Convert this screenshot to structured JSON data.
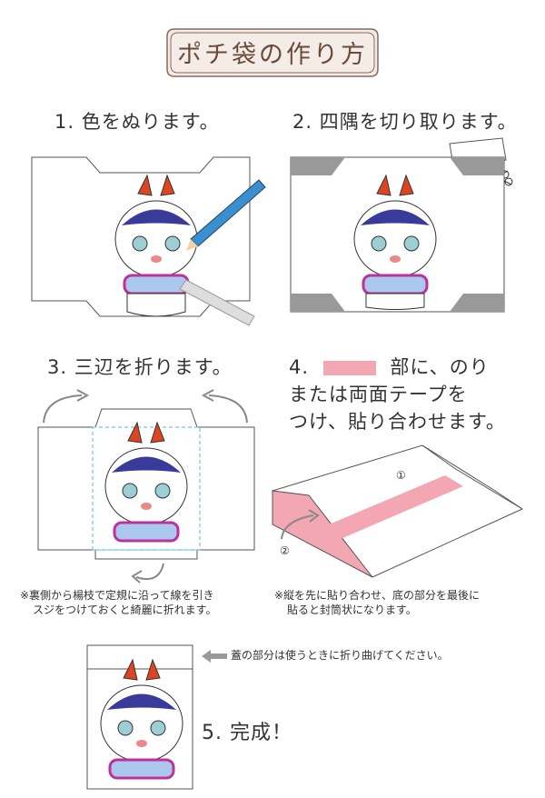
{
  "title": "ポチ袋の作り方",
  "steps": [
    {
      "label": "1. 色をぬります。"
    },
    {
      "label": "2. 四隅を切り取ります。"
    },
    {
      "label": "3. 三辺を折ります。"
    },
    {
      "label_prefix": "4.",
      "label_suffix": "部に、のり",
      "line2": "または両面テープを",
      "line3": "つけ、貼り合わせます。"
    },
    {
      "label": "5. 完成！"
    }
  ],
  "notes": {
    "step3_line1": "※裏側から楊枝で定規に沿って線を引き",
    "step3_line2": "スジをつけておくと綺麗に折れます。",
    "step4_line1": "※縦を先に貼り合わせ、底の部分を最後に",
    "step4_line2": "貼ると封筒状になります。",
    "step5_arrow": "蓋の部分は使うときに折り曲げてください。"
  },
  "order_marks": {
    "first": "①",
    "second": "②"
  },
  "colors": {
    "title_border": "#8a6a5a",
    "title_bg": "#f3ece6",
    "glue": "#f2a7b3",
    "cut_gray": "#999999",
    "fold_line": "#6cc7e6",
    "pencil": "#3a8fd0"
  }
}
